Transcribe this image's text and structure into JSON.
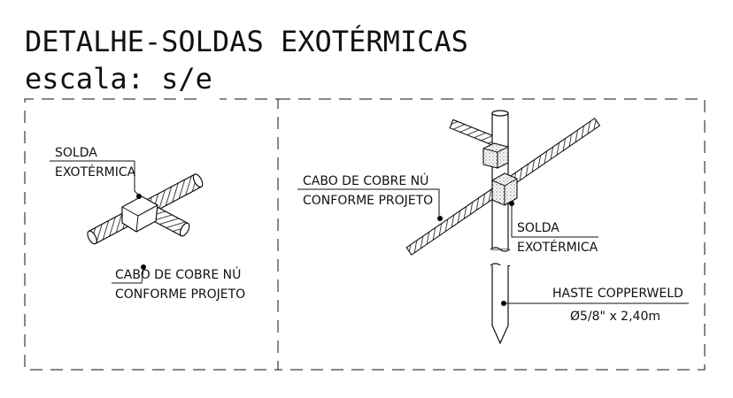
{
  "title": "DETALHE-SOLDAS EXOTÉRMICAS",
  "subtitle": "escala: s/e",
  "left_panel": {
    "weld_label_line1": "SOLDA",
    "weld_label_line2": "EXOTÉRMICA",
    "cable_label_line1": "CABO DE COBRE NÚ",
    "cable_label_line2": "CONFORME PROJETO"
  },
  "right_panel": {
    "cable_label_line1": "CABO DE COBRE NÚ",
    "cable_label_line2": "CONFORME PROJETO",
    "weld_label_line1": "SOLDA",
    "weld_label_line2": "EXOTÉRMICA",
    "rod_label_line1": "HASTE COPPERWELD",
    "rod_label_line2": "Ø5/8\" x 2,40m"
  }
}
